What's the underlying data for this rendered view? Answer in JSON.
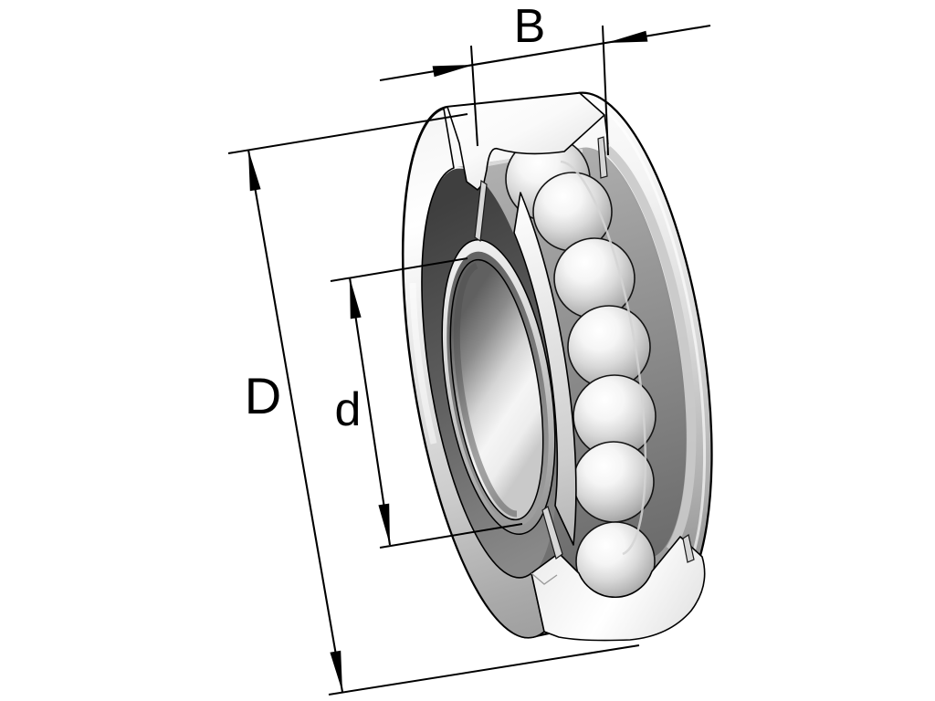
{
  "diagram": {
    "dimension_labels": {
      "width": "B",
      "outer_diameter": "D",
      "bore_diameter": "d"
    },
    "visible_ball_count": 7,
    "colors": {
      "line": "#000000",
      "background": "#ffffff",
      "metal_bright": "#ffffff",
      "metal_light": "#efefef",
      "metal_mid": "#c4c4c4",
      "metal_dark": "#8c8c8c",
      "race_channel": "#6e6e6e"
    }
  }
}
